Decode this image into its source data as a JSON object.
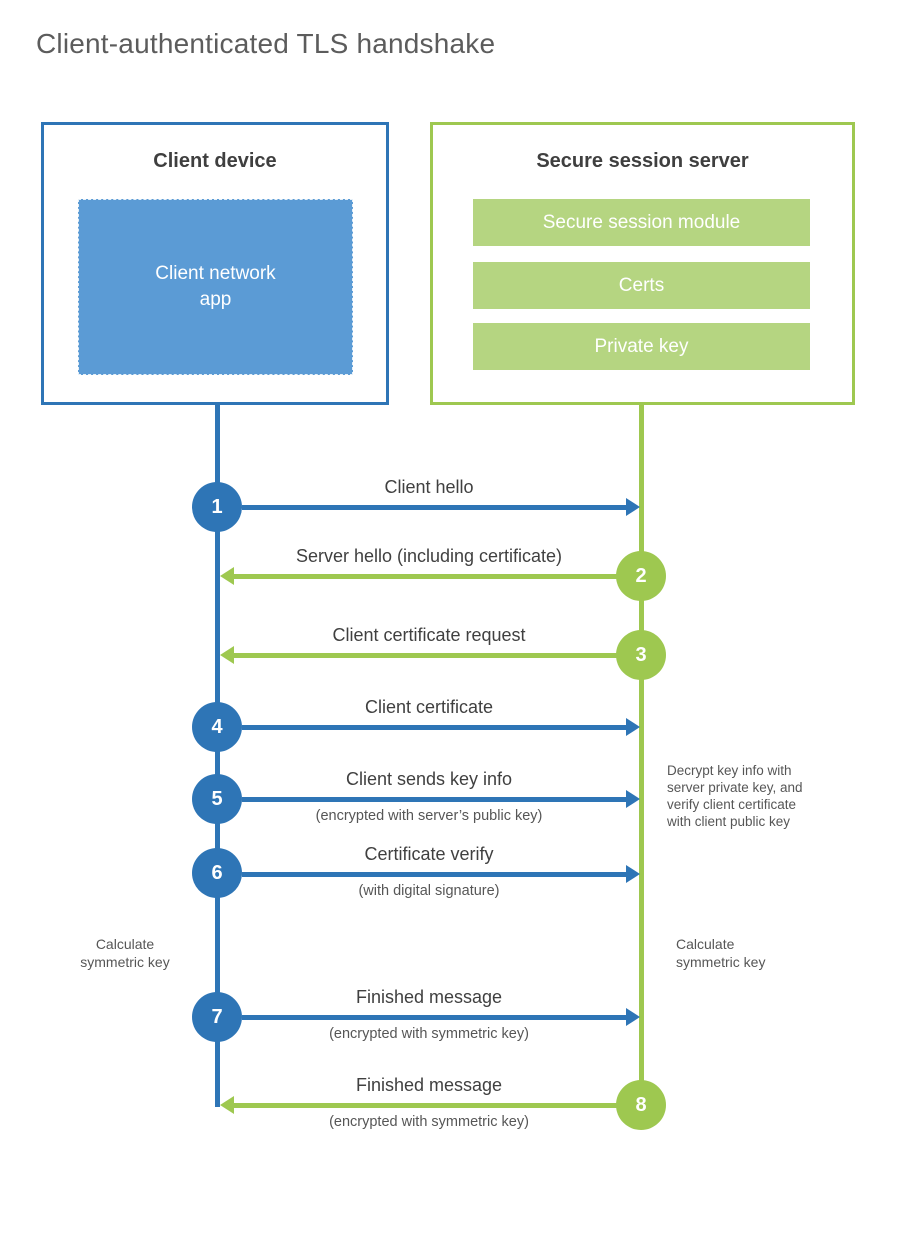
{
  "title": "Client-authenticated TLS handshake",
  "colors": {
    "blue": "#2e75b6",
    "blue_fill": "#5b9bd5",
    "green": "#9ec850",
    "green_fill": "#b5d581",
    "heading_text": "#3f3f3f",
    "label_text": "#404040",
    "note_text": "#565656",
    "white_text": "#ffffff"
  },
  "client": {
    "title": "Client device",
    "app_label": "Client network\napp"
  },
  "server": {
    "title": "Secure session server",
    "modules": [
      "Secure session module",
      "Certs",
      "Private key"
    ]
  },
  "steps": [
    {
      "number": "1",
      "label": "Client hello",
      "direction": "client-to-server"
    },
    {
      "number": "2",
      "label": "Server hello (including certificate)",
      "direction": "server-to-client"
    },
    {
      "number": "3",
      "label": "Client certificate request",
      "direction": "server-to-client"
    },
    {
      "number": "4",
      "label": "Client certificate",
      "direction": "client-to-server"
    },
    {
      "number": "5",
      "label": "Client sends key info",
      "sublabel": "(encrypted with server’s public key)",
      "direction": "client-to-server"
    },
    {
      "number": "6",
      "label": "Certificate verify",
      "sublabel": "(with digital signature)",
      "direction": "client-to-server"
    },
    {
      "number": "7",
      "label": "Finished message",
      "sublabel": "(encrypted with symmetric key)",
      "direction": "client-to-server"
    },
    {
      "number": "8",
      "label": "Finished message",
      "sublabel": "(encrypted with symmetric key)",
      "direction": "server-to-client"
    }
  ],
  "notes": {
    "decrypt": "Decrypt key info with\nserver private key, and\nverify client certificate\nwith client public key",
    "calc_left": "Calculate\nsymmetric key",
    "calc_right": "Calculate\nsymmetric key"
  }
}
